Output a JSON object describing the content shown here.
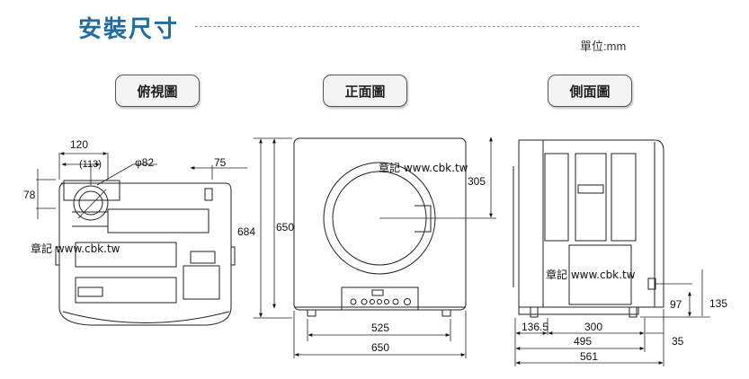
{
  "header": {
    "title": "安裝尺寸",
    "unit_label": "單位:mm",
    "title_color": "#1f6c9e"
  },
  "views": {
    "top_label": "俯視圖",
    "front_label": "正面圖",
    "side_label": "側面圖"
  },
  "watermark": "章記 www.cbk.tw",
  "dimensions": {
    "top": {
      "width_120": "120",
      "width_113": "(113)",
      "vent_dia": "φ82",
      "offset_75": "75",
      "height_78": "78"
    },
    "front": {
      "height_684": "684",
      "height_650": "650",
      "door_305": "305",
      "feet_525": "525",
      "width_650": "650"
    },
    "side": {
      "d_136_5": "136.5",
      "d_300": "300",
      "d_495": "495",
      "d_561": "561",
      "h_97": "97",
      "h_135": "135",
      "d_35": "35"
    }
  }
}
